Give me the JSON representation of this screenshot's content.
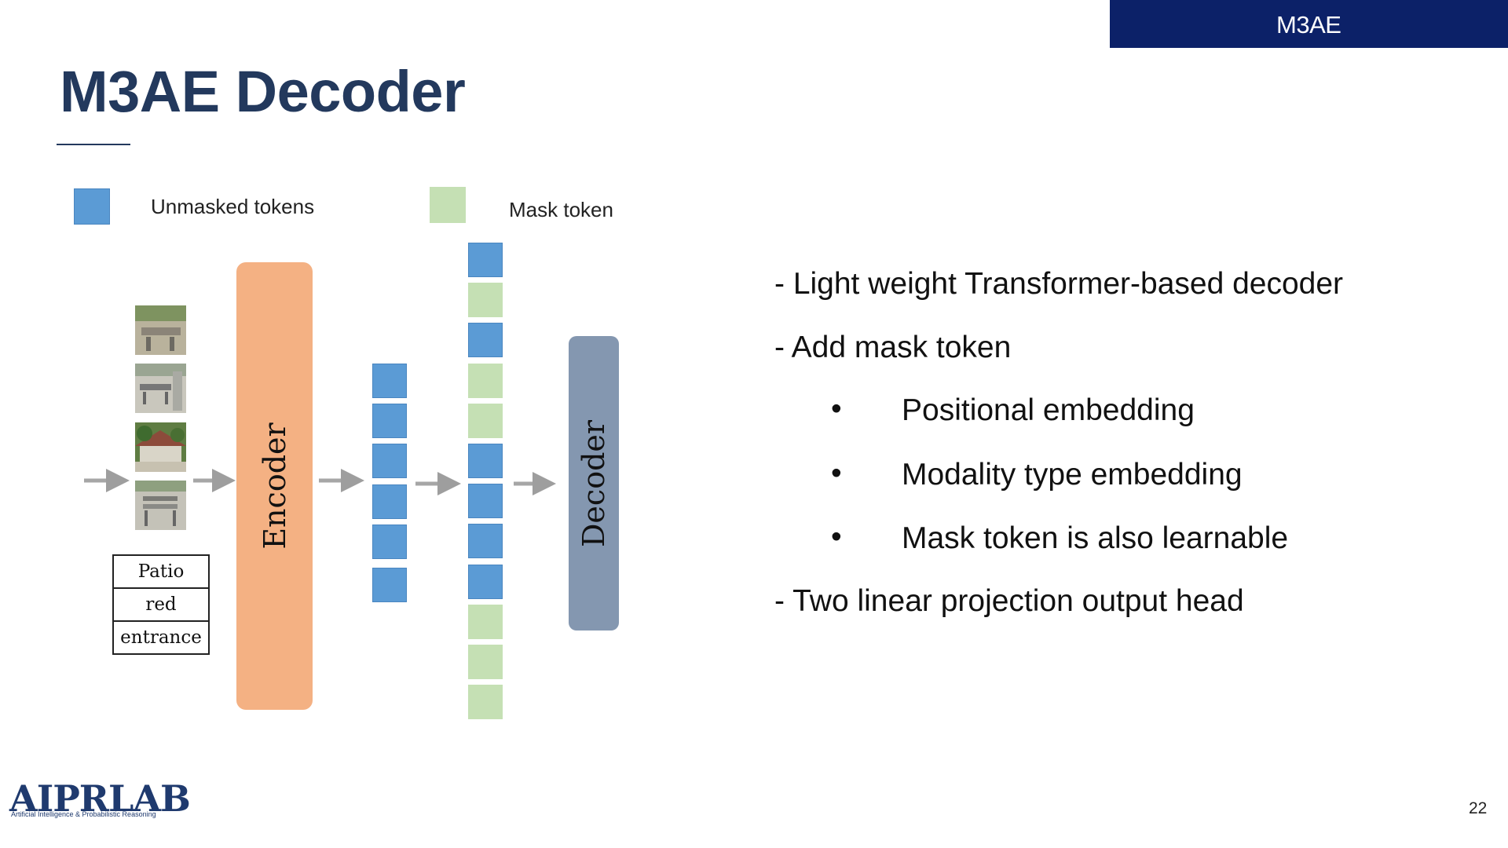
{
  "header": {
    "tag": "M3AE"
  },
  "title": "M3AE Decoder",
  "diagram": {
    "legend": {
      "unmasked": "Unmasked tokens",
      "mask": "Mask token"
    },
    "encoder_label": "Encoder",
    "decoder_label": "Decoder",
    "text_tokens": [
      "Patio",
      "red",
      "entrance"
    ],
    "colors": {
      "unmasked": "#5b9bd5",
      "mask": "#c5e0b4",
      "encoder": "#f4b183",
      "decoder": "#8497b0"
    },
    "decoder_input_sequence": [
      "unmasked",
      "mask",
      "unmasked",
      "mask",
      "mask",
      "unmasked",
      "unmasked",
      "unmasked",
      "unmasked",
      "mask",
      "mask",
      "mask"
    ]
  },
  "bullets": [
    "- Light weight Transformer-based decoder",
    "- Add mask token",
    "Positional embedding",
    "Modality type embedding",
    "Mask token is also learnable",
    "- Two linear projection output head"
  ],
  "footer": {
    "logo_main": "AIPRLAB",
    "logo_sub": "Artificial Intelligence & Probabilistic Reasoning",
    "page_number": "22"
  }
}
